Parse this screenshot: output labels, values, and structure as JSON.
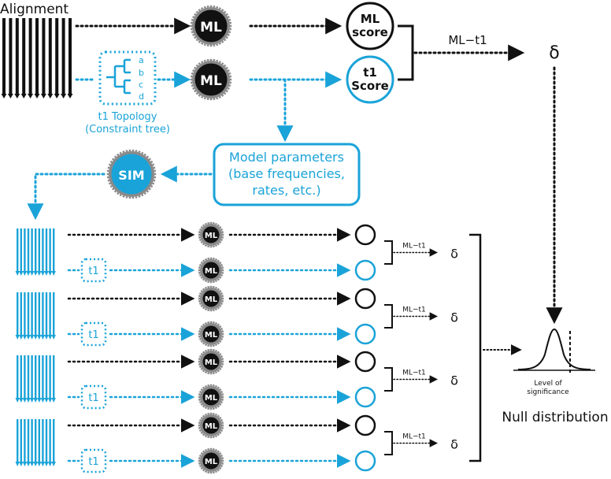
{
  "top": {
    "alignment_label": "Alignment",
    "ml_label": "ML",
    "ml_score_line1": "ML",
    "ml_score_line2": "score",
    "t1_score_line1": "t1",
    "t1_score_line2": "Score",
    "ml_t1_label": "ML−t1",
    "delta": "δ",
    "tree_leaves": [
      "a",
      "b",
      "c",
      "d"
    ],
    "topology_line1": "t1 Topology",
    "topology_line2": "(Constraint tree)",
    "model_params_line1": "Model parameters",
    "model_params_line2": "(base frequencies,",
    "model_params_line3": "rates, etc.)",
    "sim_label": "SIM"
  },
  "replicates": [
    {
      "ml_label": "ML",
      "t1_label": "t1",
      "diff_label": "ML−t1",
      "delta": "δ"
    },
    {
      "ml_label": "ML",
      "t1_label": "t1",
      "diff_label": "ML−t1",
      "delta": "δ"
    },
    {
      "ml_label": "ML",
      "t1_label": "t1",
      "diff_label": "ML−t1",
      "delta": "δ"
    },
    {
      "ml_label": "ML",
      "t1_label": "t1",
      "diff_label": "ML−t1",
      "delta": "δ"
    }
  ],
  "distribution": {
    "significance_line1": "Level of",
    "significance_line2": "significance",
    "title": "Null distribution"
  },
  "colors": {
    "black": "#111111",
    "blue": "#1aa3d8"
  }
}
